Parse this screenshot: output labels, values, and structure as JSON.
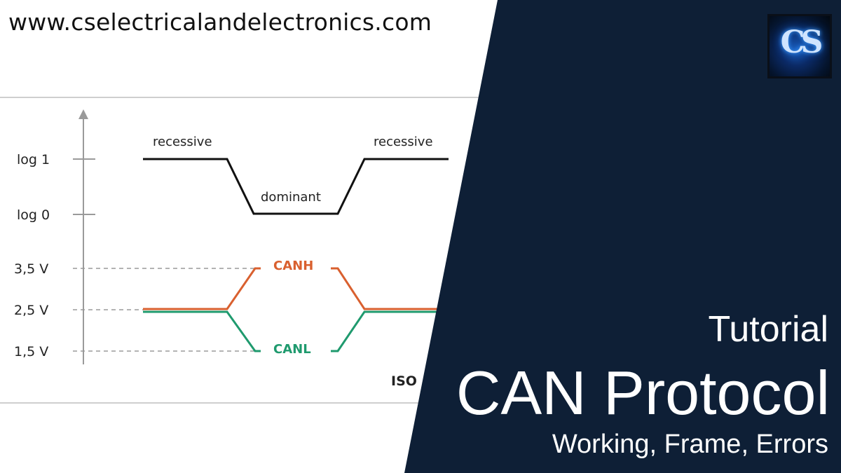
{
  "site_url": "www.cselectricalandelectronics.com",
  "logo": {
    "icon": "cs-logo-icon",
    "text": "CS"
  },
  "headline": {
    "tutorial": "Tutorial",
    "title": "CAN Protocol",
    "subtitle": "Working, Frame, Errors"
  },
  "diagram": {
    "logic_levels": [
      "log 1",
      "log 0"
    ],
    "voltage_levels": [
      "3,5 V",
      "2,5 V",
      "1,5 V"
    ],
    "state_labels": {
      "recessive_left": "recessive",
      "dominant": "dominant",
      "recessive_right": "recessive"
    },
    "signal_labels": {
      "canh": "CANH",
      "canl": "CANL"
    },
    "footer_label": "ISO",
    "colors": {
      "canh": "#d9602f",
      "canl": "#1f9a6e",
      "logic": "#111111",
      "grid": "#9a9a9a"
    }
  },
  "theme": {
    "panel": "#0e1f36",
    "text_on_panel": "#ffffff"
  }
}
